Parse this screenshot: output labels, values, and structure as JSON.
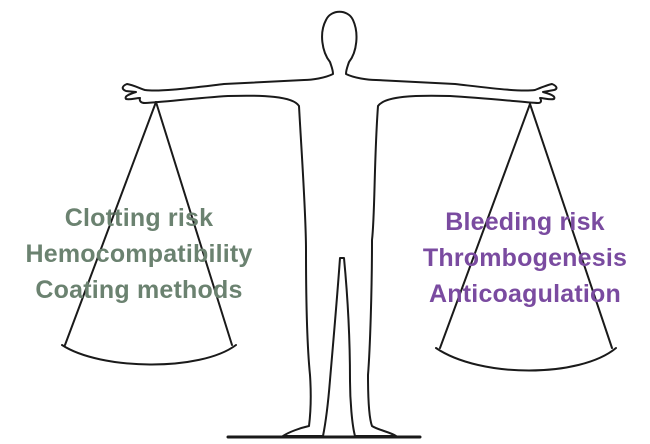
{
  "colors": {
    "left_text": "#6b8270",
    "right_text": "#7a4ba0",
    "outline": "#1a1a1a",
    "background": "#ffffff"
  },
  "left_pan": {
    "lines": [
      "Clotting risk",
      "Hemocompatibility",
      "Coating methods"
    ]
  },
  "right_pan": {
    "lines": [
      "Bleeding risk",
      "Thrombogenesis",
      "Anticoagulation"
    ]
  }
}
